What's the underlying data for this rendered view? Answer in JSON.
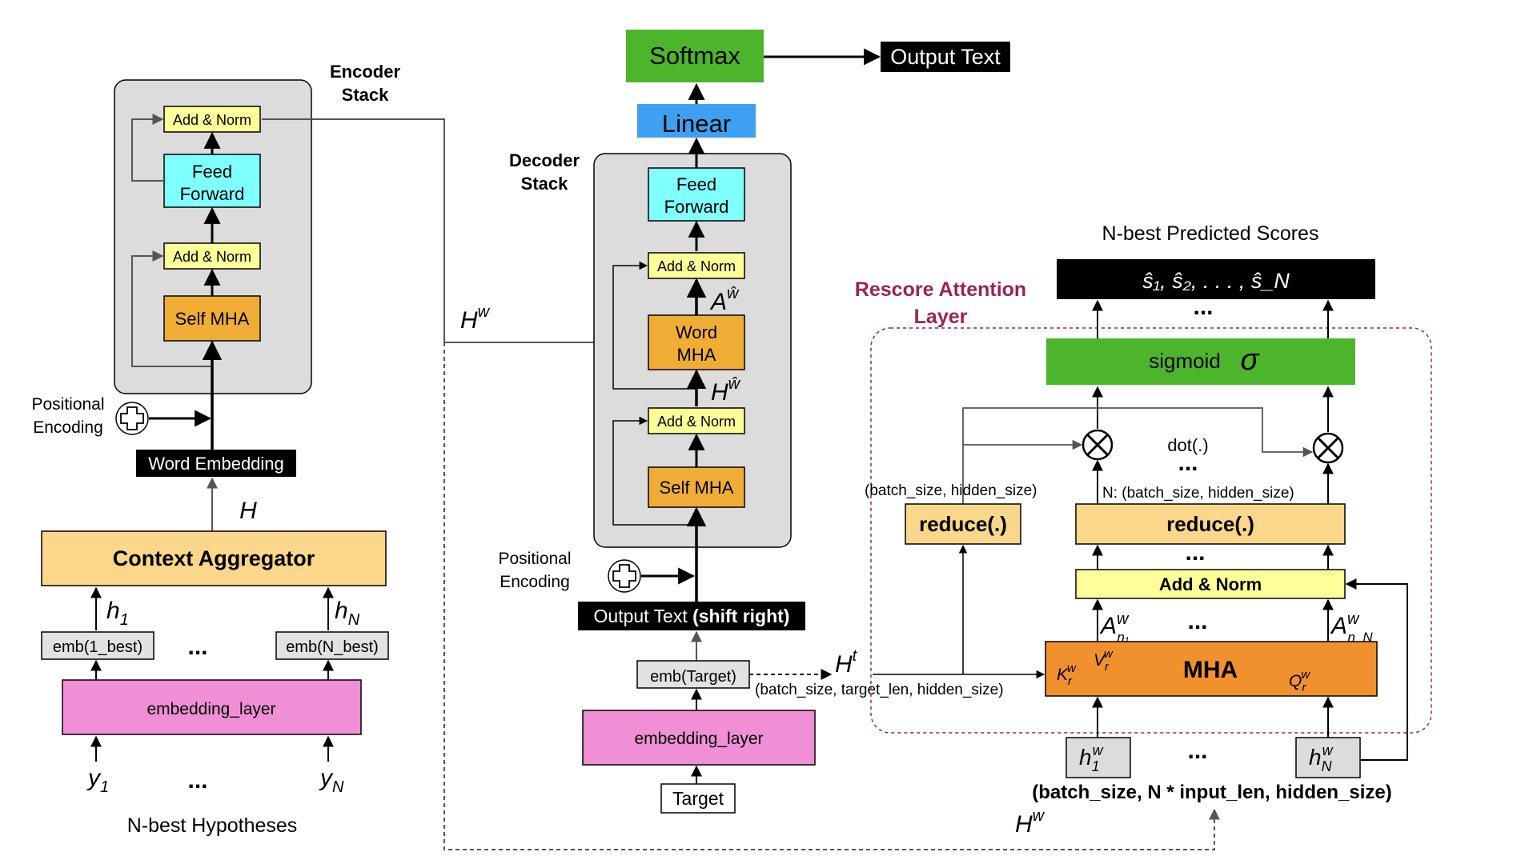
{
  "encoder": {
    "title_line1": "Encoder",
    "title_line2": "Stack",
    "add_norm_top": "Add & Norm",
    "feed_forward_line1": "Feed",
    "feed_forward_line2": "Forward",
    "add_norm_bottom": "Add & Norm",
    "self_mha": "Self MHA",
    "positional_line1": "Positional",
    "positional_line2": "Encoding",
    "word_embedding": "Word Embedding",
    "h_label": "H",
    "context_aggregator": "Context Aggregator",
    "h1": "h",
    "h1_sub": "1",
    "hN": "h",
    "hN_sub": "N",
    "emb_1": "emb(1_best)",
    "emb_N": "emb(N_best)",
    "ellipsis": "...",
    "embedding_layer": "embedding_layer",
    "y1": "y",
    "y1_sub": "1",
    "yN": "y",
    "yN_sub": "N",
    "caption": "N-best Hypotheses"
  },
  "decoder": {
    "softmax": "Softmax",
    "output_text": "Output Text",
    "linear": "Linear",
    "title_line1": "Decoder",
    "title_line2": "Stack",
    "feed_forward_line1": "Feed",
    "feed_forward_line2": "Forward",
    "add_norm_top": "Add & Norm",
    "a_what": "A",
    "a_what_sup": "ŵ",
    "word_mha_line1": "Word",
    "word_mha_line2": "MHA",
    "h_what": "H",
    "h_what_sup": "ŵ",
    "add_norm_bottom": "Add & Norm",
    "self_mha": "Self MHA",
    "positional_line1": "Positional",
    "positional_line2": "Encoding",
    "output_shift_plain": "Output Text ",
    "output_shift_bold": "(shift right)",
    "emb_target": "emb(Target)",
    "embedding_layer": "embedding_layer",
    "target": "Target",
    "hw_label": "H",
    "hw_sup": "w"
  },
  "rescore": {
    "title_line1": "Rescore Attention",
    "title_line2": "Layer",
    "scores_caption": "N-best Predicted Scores",
    "scores_box": "ŝ₁, ŝ₂, . . . , ŝ_N",
    "ellipsis": "...",
    "sigmoid": "sigmoid",
    "sigma": "σ",
    "dot": "dot(.)",
    "shape_left": "(batch_size,  hidden_size)",
    "shape_right": "N: (batch_size,  hidden_size)",
    "reduce_left": "reduce(.)",
    "reduce_right": "reduce(.)",
    "add_norm": "Add & Norm",
    "a_n1": "A",
    "a_n1_sup": "w",
    "a_n1_sub": "n₁",
    "a_nN": "A",
    "a_nN_sup": "w",
    "a_nN_sub": "n_N",
    "mha": "MHA",
    "k_label": "K",
    "k_sub": "r",
    "k_sup": "w",
    "v_label": "V",
    "v_sub": "r",
    "v_sup": "w",
    "q_label": "Q",
    "q_sub": "r",
    "q_sup": "w",
    "ht_label": "H",
    "ht_sup": "t",
    "ht_shape": "(batch_size,  target_len, hidden_size)",
    "h1w": "h",
    "h1w_sub": "1",
    "h1w_sup": "w",
    "hNw": "h",
    "hNw_sub": "N",
    "hNw_sup": "w",
    "input_shape": "(batch_size,  N * input_len, hidden_size)",
    "hw_bottom": "H",
    "hw_bottom_sup": "w"
  },
  "colors": {
    "yellow_box": "#ffff99",
    "cyan_box": "#80ffff",
    "orange_box": "#f0ad36",
    "tan_box": "#fad78a",
    "pink_box": "#f08fd6",
    "green_box": "#4cb52c",
    "blue_box": "#3ea0f0",
    "stack_gray": "#dcdcdc",
    "rescore_title": "#9b2353"
  }
}
